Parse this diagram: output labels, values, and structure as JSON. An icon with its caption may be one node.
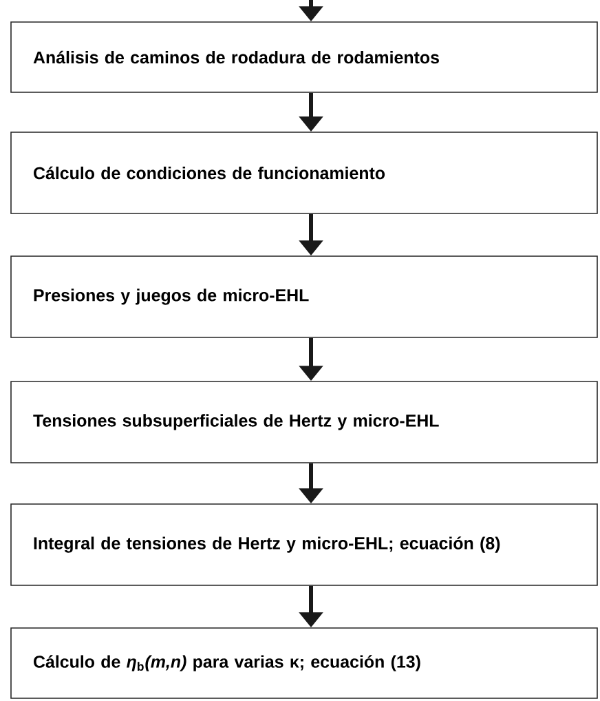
{
  "diagram": {
    "nodes": [
      {
        "text": [
          "Análisis de caminos de rodadura de rodamientos"
        ]
      },
      {
        "text": [
          "Cálculo de condiciones de funcionamiento"
        ]
      },
      {
        "text": [
          "Presiones y juegos de micro-EHL"
        ]
      },
      {
        "text": [
          "Tensiones subsuperficiales de Hertz y micro-EHL"
        ]
      },
      {
        "text": [
          "Integral de tensiones de Hertz y micro-EHL; ecuación (8)"
        ]
      },
      {
        "text": [
          "Cálculo de *η*$_{b}$*(m,n)* para varias κ; ecuación (13)"
        ]
      }
    ],
    "edges": [
      {
        "from": null,
        "to": 0,
        "arrow": "to"
      },
      {
        "from": 0,
        "to": 1,
        "arrow": "to"
      },
      {
        "from": 1,
        "to": 2,
        "arrow": "to"
      },
      {
        "from": 2,
        "to": 3,
        "arrow": "to"
      },
      {
        "from": 3,
        "to": 4,
        "arrow": "to"
      },
      {
        "from": 4,
        "to": 5,
        "arrow": "to"
      }
    ]
  }
}
